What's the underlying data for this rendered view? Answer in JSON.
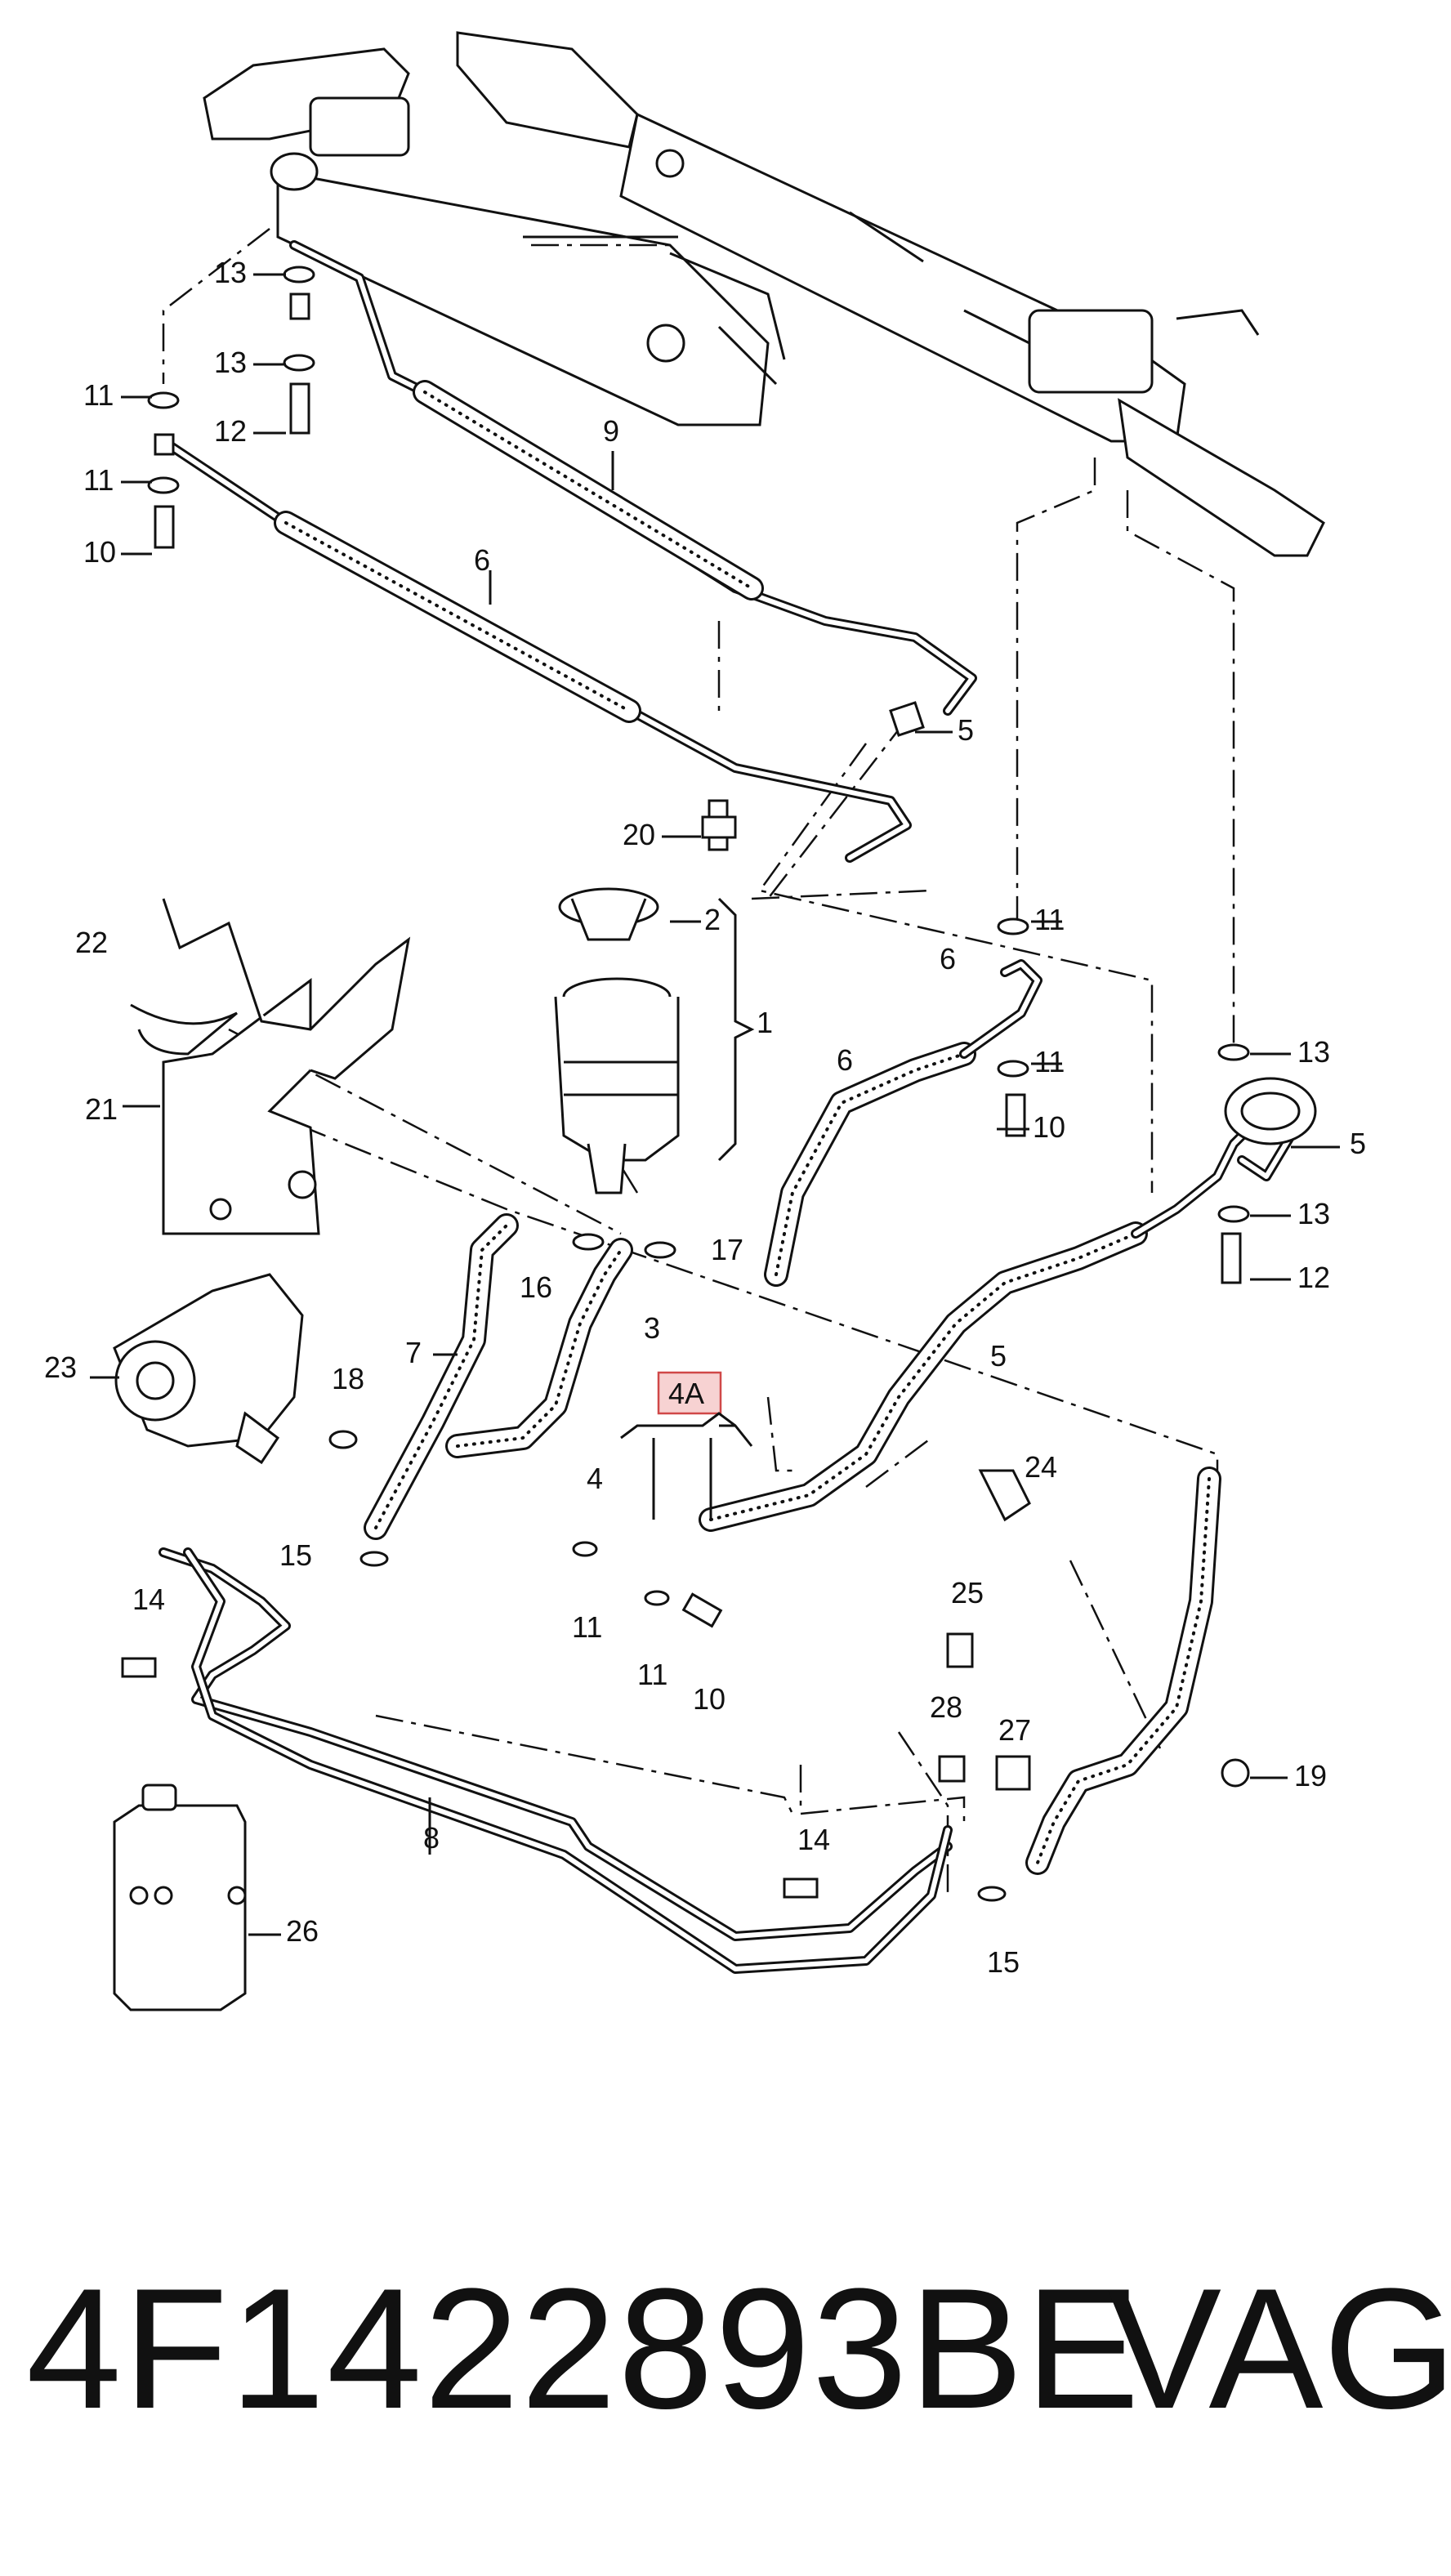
{
  "labels": {
    "l1": "1",
    "l2": "2",
    "l3": "3",
    "l4": "4",
    "l4a": "4A",
    "l5a": "5",
    "l5b": "5",
    "l5c": "5",
    "l6a": "6",
    "l6b": "6",
    "l6c": "6",
    "l7": "7",
    "l8": "8",
    "l9": "9",
    "l10a": "10",
    "l10b": "10",
    "l10c": "10",
    "l11a": "11",
    "l11b": "11",
    "l11c": "11",
    "l11d": "11",
    "l11e": "11",
    "l11f": "11",
    "l12a": "12",
    "l12b": "12",
    "l13a": "13",
    "l13b": "13",
    "l13c": "13",
    "l13d": "13",
    "l14a": "14",
    "l14b": "14",
    "l15a": "15",
    "l15b": "15",
    "l16": "16",
    "l17": "17",
    "l18": "18",
    "l19": "19",
    "l20": "20",
    "l21": "21",
    "l22": "22",
    "l23": "23",
    "l24": "24",
    "l25": "25",
    "l26": "26",
    "l27": "27",
    "l28": "28"
  },
  "footer": {
    "part_number": "4F1422893BE",
    "brand": "VAG"
  },
  "colors": {
    "highlight_box_fill": "#f7d2d2",
    "highlight_box_stroke": "#d04848"
  }
}
